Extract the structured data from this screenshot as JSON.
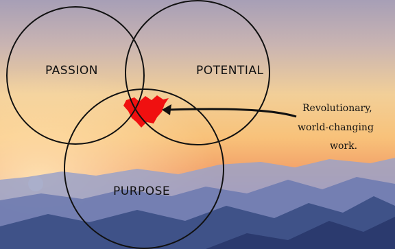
{
  "diagram": {
    "sets": [
      {
        "label": "PASSION"
      },
      {
        "label": "POTENTIAL"
      },
      {
        "label": "PURPOSE"
      }
    ],
    "annotation": {
      "lines": [
        "Revolutionary,",
        "world-changing",
        "work."
      ]
    },
    "colors": {
      "circle_stroke": "#111111",
      "intersection_fill": "#f01010",
      "sky_top": "#a9a0b8",
      "sky_mid": "#f7c27a",
      "horizon": "#f5a05a",
      "mountains_far": "#7d86b3",
      "mountains_near": "#3c4f85",
      "sun": "#fff1d6"
    }
  }
}
